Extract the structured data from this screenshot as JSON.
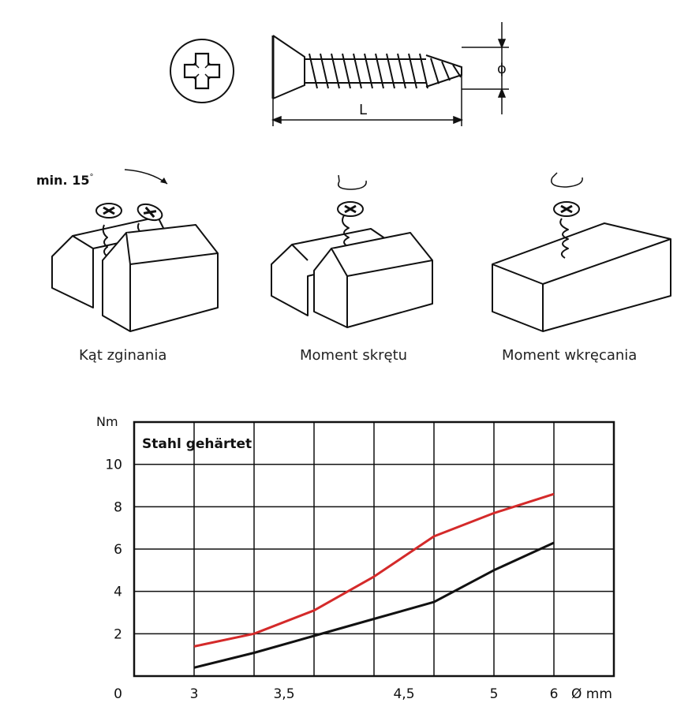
{
  "top": {
    "length_label": "L",
    "diameter_label": "ϕ"
  },
  "tests": {
    "angle_label": "min. 15",
    "angle_degree": "°",
    "items": [
      {
        "label": "Kąt zginania"
      },
      {
        "label": "Moment skrętu"
      },
      {
        "label": "Moment wkręcania"
      }
    ]
  },
  "colors": {
    "red_series": "#d42a2a",
    "black_series": "#111111"
  },
  "chart_data": {
    "type": "line",
    "title": "Stahl gehärtet",
    "ylabel": "Nm",
    "xlabel": "Ø mm",
    "ylim": [
      0,
      12
    ],
    "xlim": [
      2.5,
      6.5
    ],
    "yticks": [
      {
        "v": 0,
        "label": "0"
      },
      {
        "v": 2,
        "label": "2"
      },
      {
        "v": 4,
        "label": "4"
      },
      {
        "v": 6,
        "label": "6"
      },
      {
        "v": 8,
        "label": "8"
      },
      {
        "v": 10,
        "label": "10"
      }
    ],
    "xticks": [
      {
        "v": 3,
        "label": "3"
      },
      {
        "v": 3.75,
        "label": "3,5"
      },
      {
        "v": 4.75,
        "label": "4,5"
      },
      {
        "v": 5.5,
        "label": "5"
      },
      {
        "v": 6,
        "label": "6"
      }
    ],
    "series": [
      {
        "color": "#d42a2a",
        "x": [
          3,
          3.5,
          4,
          4.5,
          5,
          5.5,
          6
        ],
        "y": [
          1.4,
          2.0,
          3.1,
          4.7,
          6.6,
          7.7,
          8.6
        ]
      },
      {
        "color": "#111111",
        "x": [
          3,
          3.5,
          4,
          4.5,
          5,
          5.5,
          6
        ],
        "y": [
          0.4,
          1.1,
          1.9,
          2.7,
          3.5,
          5.0,
          6.3
        ]
      }
    ]
  }
}
